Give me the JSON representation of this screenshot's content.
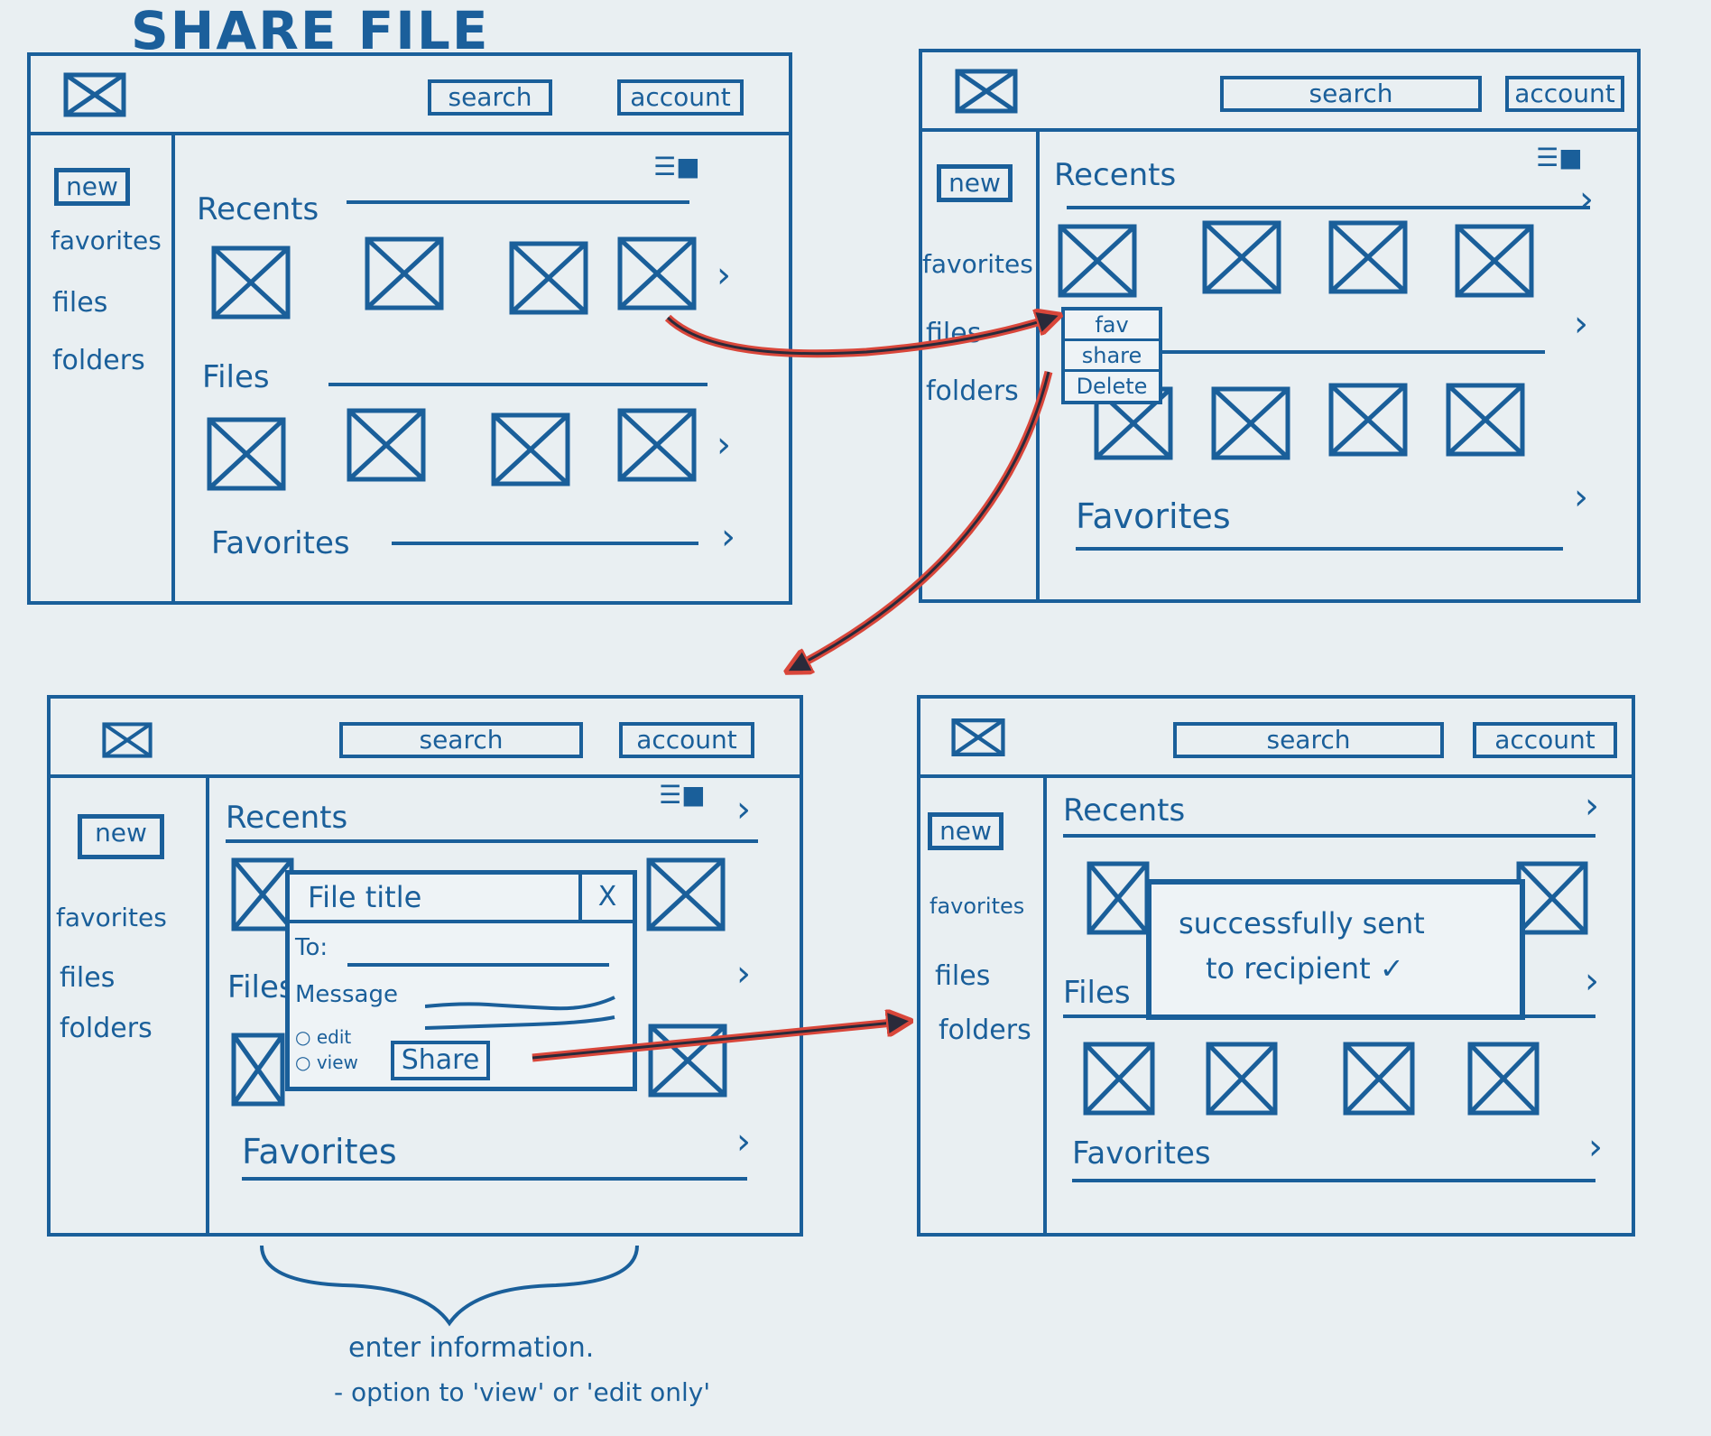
{
  "title": "SHARE FILE",
  "ui": {
    "search_label": "search",
    "account_label": "account",
    "new_label": "new",
    "nav": [
      "favorites",
      "files",
      "folders"
    ],
    "sections": {
      "recents": "Recents",
      "files": "Files",
      "favorites": "Favorites"
    }
  },
  "context_menu": {
    "items": [
      "fav",
      "share",
      "Delete"
    ]
  },
  "share_dialog": {
    "title": "File title",
    "close": "X",
    "to_label": "To:",
    "message_label": "Message",
    "options": [
      "edit",
      "view"
    ],
    "share_button": "Share"
  },
  "success_dialog": {
    "line1": "successfully sent",
    "line2": "to recipient"
  },
  "notes": {
    "line1": "enter information.",
    "line2": "- option to 'view' or 'edit only'"
  },
  "colors": {
    "ink": "#1a5f9a",
    "arrow": "#d9463a",
    "paper": "#e9eff2"
  }
}
